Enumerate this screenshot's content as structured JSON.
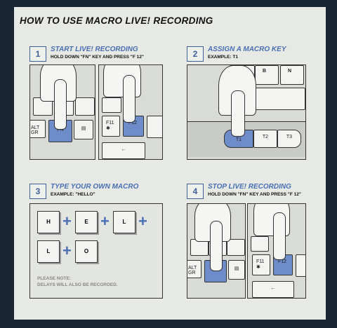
{
  "title": "HOW TO USE MACRO LIVE! RECORDING",
  "steps": [
    {
      "num": "1",
      "title": "START LIVE! RECORDING",
      "sub": "HOLD DOWN \"FN\" KEY AND PRESS \"F 12\""
    },
    {
      "num": "2",
      "title": "ASSIGN A MACRO KEY",
      "sub": "EXAMPLE: T1"
    },
    {
      "num": "3",
      "title": "TYPE YOUR OWN MACRO",
      "sub": "EXAMPLE: \"HELLO\""
    },
    {
      "num": "4",
      "title": "STOP LIVE! RECORDING",
      "sub": "HOLD DOWN \"FN\" KEY AND PRESS \"F 12\""
    }
  ],
  "keys": {
    "fn": "FN",
    "f11": "F11",
    "f12": "F12",
    "altgr": "ALT GR",
    "b": "B",
    "n": "N",
    "t1": "T1",
    "t2": "T2",
    "t3": "T3",
    "hello": [
      "H",
      "E",
      "L",
      "L",
      "O"
    ]
  },
  "note": {
    "line1": "PLEASE NOTE:",
    "line2": "DELAYS WILL ALSO BE RECORDED."
  },
  "colors": {
    "accent": "#4a6fb5",
    "key_highlight": "#6d8cc9"
  }
}
